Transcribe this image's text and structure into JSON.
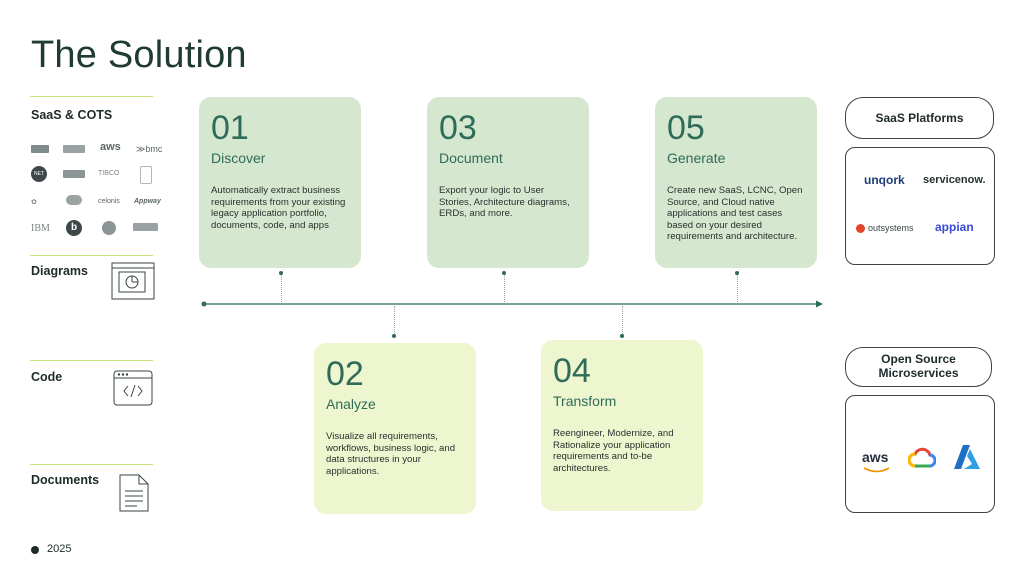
{
  "title": "The Solution",
  "left": {
    "sections": [
      {
        "label": "SaaS & COTS"
      },
      {
        "label": "Diagrams"
      },
      {
        "label": "Code"
      },
      {
        "label": "Documents"
      }
    ],
    "logos": [
      "aws",
      "bmc",
      "TIBCO",
      "IBM",
      "celonis",
      "Appway",
      "NET"
    ]
  },
  "steps": [
    {
      "num": "01",
      "name": "Discover",
      "desc": "Automatically extract business requirements from your existing legacy application portfolio, documents, code, and apps"
    },
    {
      "num": "02",
      "name": "Analyze",
      "desc": "Visualize all requirements, workflows, business logic, and data structures in your applications."
    },
    {
      "num": "03",
      "name": "Document",
      "desc": "Export your logic to User Stories, Architecture diagrams, ERDs, and more."
    },
    {
      "num": "04",
      "name": "Transform",
      "desc": "Reengineer, Modernize, and Rationalize your application requirements and to-be architectures."
    },
    {
      "num": "05",
      "name": "Generate",
      "desc": "Create new SaaS, LCNC, Open Source, and Cloud native applications and test cases based on your desired requirements and architecture."
    }
  ],
  "right": {
    "saas_title": "SaaS Platforms",
    "saas_brands": [
      "unqork",
      "servicenow.",
      "outsystems",
      "appian"
    ],
    "os_title_line1": "Open Source",
    "os_title_line2": "Microservices",
    "os_brands": [
      "aws"
    ]
  },
  "footer": {
    "year": "2025"
  },
  "colors": {
    "dark_green": "#2e6b58",
    "card_green": "#d5e8cf",
    "card_lime": "#edf6cf",
    "accent_lime": "#c6e57a"
  }
}
